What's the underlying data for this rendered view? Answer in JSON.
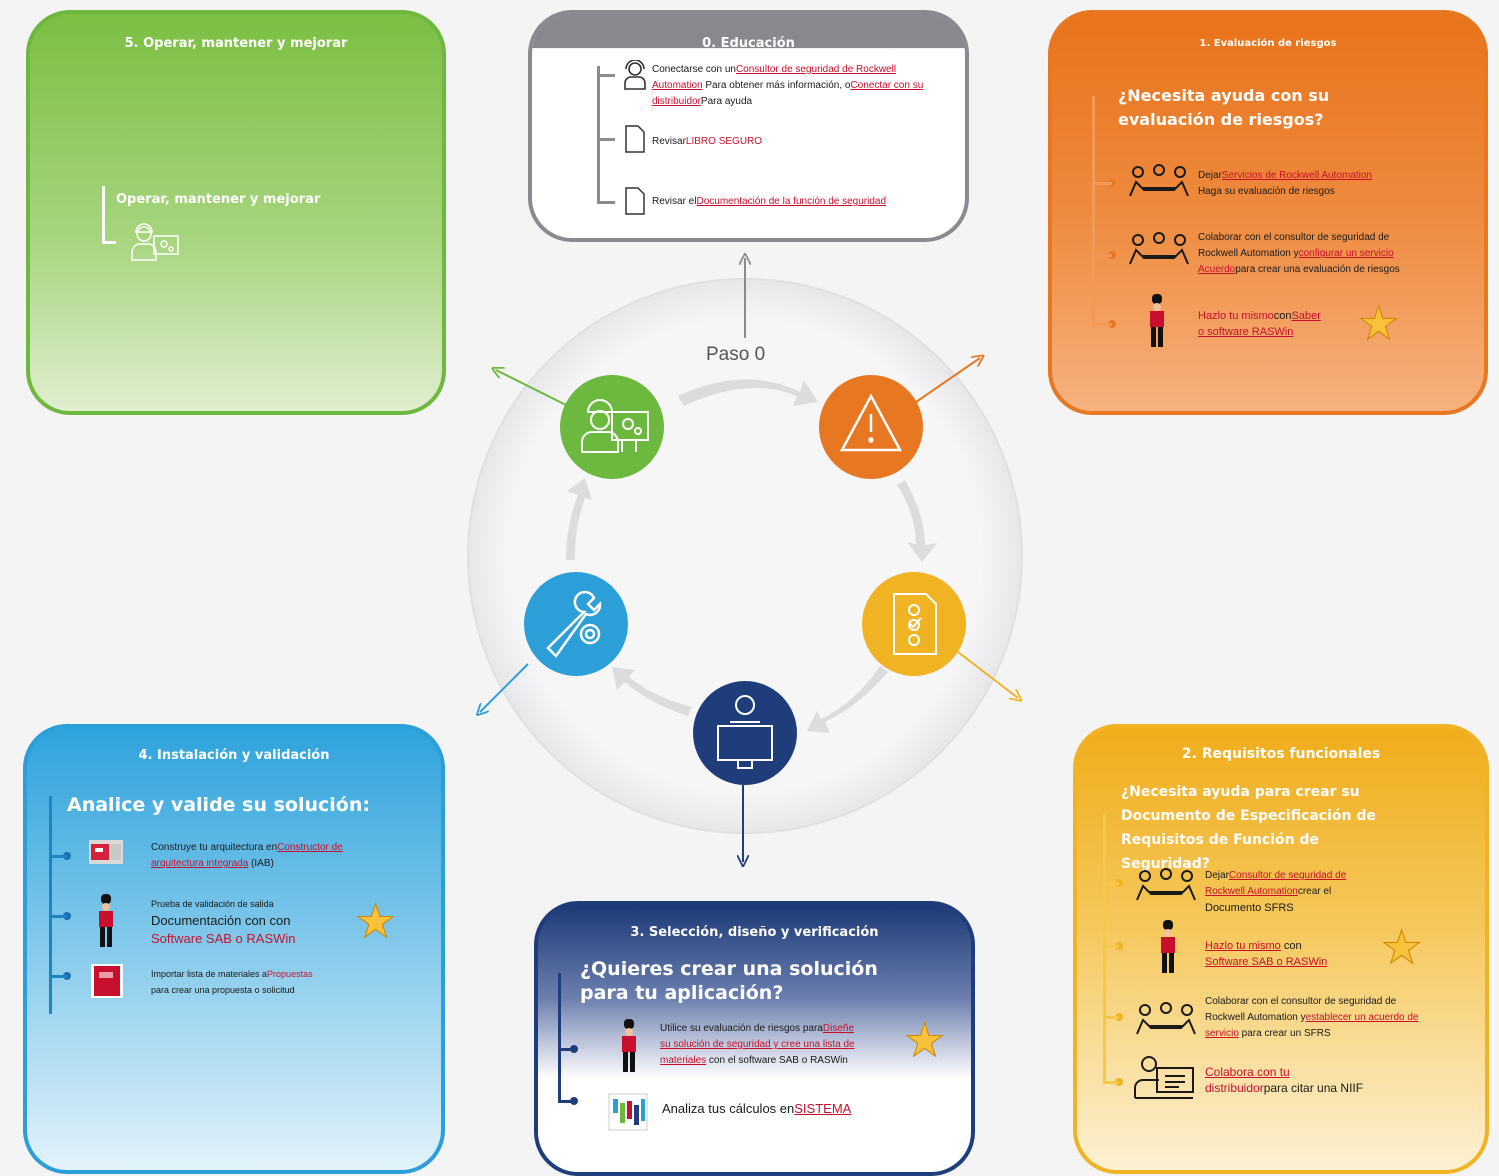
{
  "center": {
    "paso0": "Paso 0"
  },
  "panel5": {
    "title": "5. Operar, mantener y mejorar",
    "item": "Operar, mantener y mejorar"
  },
  "panel0": {
    "title": "0. Educación",
    "i1a": "Conectarse con un",
    "i1l1": "Consultor de seguridad de Rockwell",
    "i1l2": "Automation",
    "i1b": " Para obtener más información, o",
    "i1l3": "Conectar con su",
    "i1l4": "distribuidor",
    "i1c": "Para ayuda",
    "i2a": "Revisar",
    "i2l": "LIBRO SEGURO",
    "i3a": "Revisar el",
    "i3l": "Documentación de la función de seguridad"
  },
  "panel1": {
    "title": "1. Evaluación de riesgos",
    "heading": "¿Necesita ayuda con su evaluación de riesgos?",
    "i1a": "Dejar",
    "i1l": "Servicios de Rockwell Automation",
    "i1b": "Haga su evaluación de riesgos",
    "i2a": "Colaborar con el consultor de seguridad de",
    "i2b": "Rockwell Automation y",
    "i2l1": "configurar un servicio",
    "i2l2": "Acuerdo",
    "i2c": "para crear una evaluación de riesgos",
    "i3a": "Hazlo tu mismo",
    "i3b": "con",
    "i3l1": "Saber",
    "i3l2": "o software RASWin"
  },
  "panel4": {
    "title": "4. Instalación y validación",
    "heading": "Analice y valide su solución:",
    "i1a": "Construye tu arquitectura en",
    "i1l1": "Constructor de",
    "i1l2": "arquitectura integrada",
    "i1b": " (IAB)",
    "i2a": "Prueba de validación de salida",
    "i2b": "Documentación con con",
    "i2l": "Software SAB o RASWin",
    "i3a": "Importar lista de materiales a",
    "i3l": "Propuestas",
    "i3b": "para crear una propuesta o solicitud"
  },
  "panel3": {
    "title": "3. Selección, diseño y verificación",
    "heading": "¿Quieres crear una solución para tu aplicación?",
    "i1a": "Utilice su evaluación de riesgos para",
    "i1l1": "Diseñe",
    "i1l2": "su solución de seguridad y cree una lista de",
    "i1l3": "materiales",
    "i1b": " con el software SAB o RASWin",
    "i2a": "Analiza tus cálculos en",
    "i2l": "SISTEMA"
  },
  "panel2": {
    "title": "2. Requisitos funcionales",
    "heading": "¿Necesita ayuda para crear su Documento de Especificación de Requisitos de Función de Seguridad?",
    "i1a": "Dejar",
    "i1l1": "Consultor de seguridad de",
    "i1l2": "Rockwell Automation",
    "i1b": "crear el",
    "i1c": "Documento SFRS",
    "i2l1": "Hazlo tu mismo",
    "i2a": " con",
    "i2l2": "Software SAB o RASWin",
    "i3a": "Colaborar con el consultor de seguridad de",
    "i3b": "Rockwell Automation y",
    "i3l1": "establecer un acuerdo de",
    "i3l2": "servicio",
    "i3c": " para crear un SFRS",
    "i4l1": "Colabora con tu",
    "i4l2": "distribuidor",
    "i4a": "para citar una NIIF"
  },
  "colors": {
    "green": "#7bbf43",
    "gray": "#8a8b90",
    "orange": "#e87722",
    "yellow": "#f0b323",
    "blue": "#2d9fd8",
    "navy": "#1f3d7a",
    "link": "#c8102e"
  }
}
